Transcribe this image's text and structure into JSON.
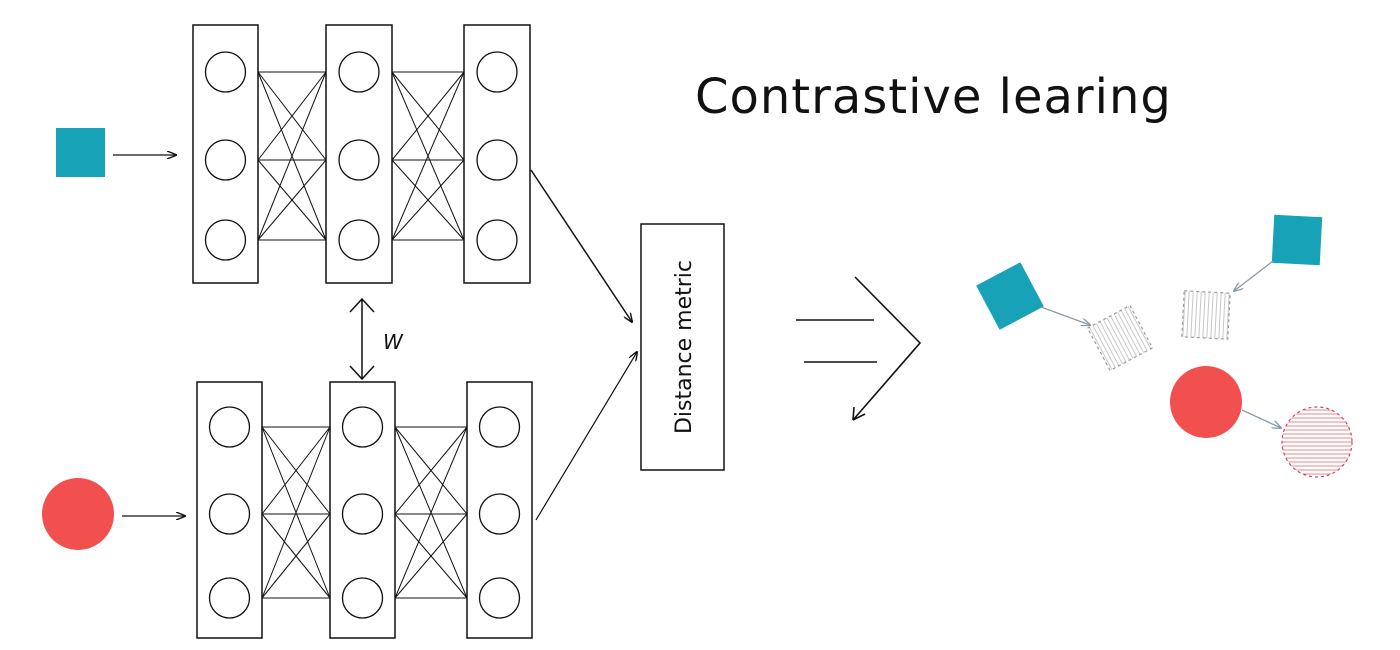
{
  "title": "Contrastive learing",
  "shared_weight_label": "W",
  "distance_box_label": "Distance metric",
  "colors": {
    "square": "#17a2b8",
    "circle": "#f24f4f",
    "stroke": "#111111",
    "faded_arrow": "#8a9aa8"
  },
  "icons": {
    "input_top": "teal-square",
    "input_bottom": "red-circle",
    "result_arrow": "implies-arrow"
  }
}
